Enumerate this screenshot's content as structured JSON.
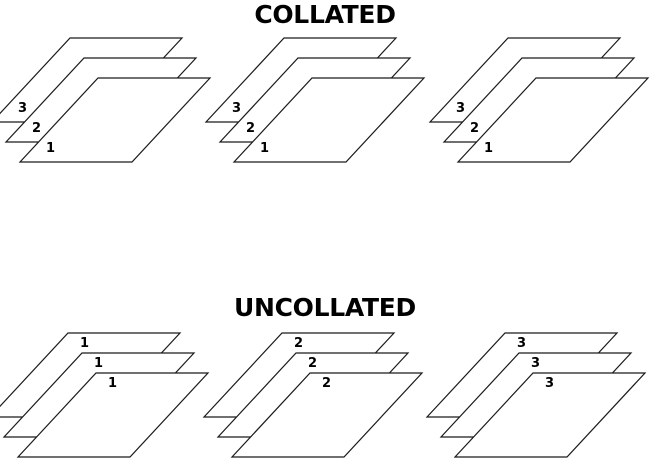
{
  "headings": {
    "collated": "COLLATED",
    "uncollated": "UNCOLLATED"
  },
  "groups": [
    {
      "section": "collated",
      "stacks": [
        {
          "pages_back_to_front": [
            "3",
            "2",
            "1"
          ]
        },
        {
          "pages_back_to_front": [
            "3",
            "2",
            "1"
          ]
        },
        {
          "pages_back_to_front": [
            "3",
            "2",
            "1"
          ]
        }
      ]
    },
    {
      "section": "uncollated",
      "stacks": [
        {
          "pages_back_to_front": [
            "1",
            "1",
            "1"
          ]
        },
        {
          "pages_back_to_front": [
            "2",
            "2",
            "2"
          ]
        },
        {
          "pages_back_to_front": [
            "3",
            "3",
            "3"
          ]
        }
      ]
    }
  ],
  "colors": {
    "line": "#1a1a1a",
    "text": "#000000",
    "background": "#ffffff"
  }
}
